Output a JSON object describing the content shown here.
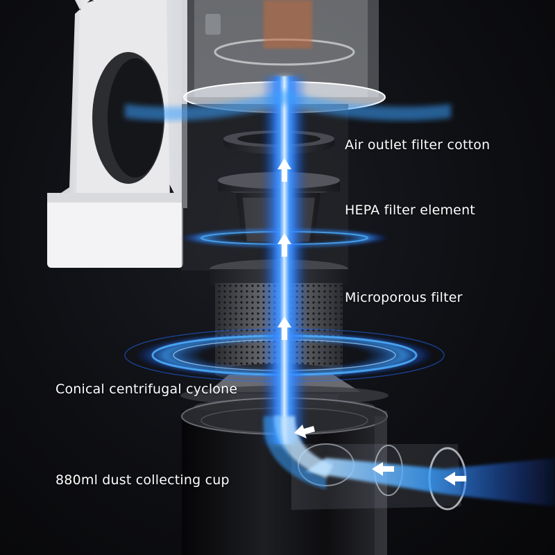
{
  "labels": {
    "air_outlet": "Air outlet filter cotton",
    "hepa": "HEPA filter element",
    "microporous": "Microporous filter",
    "cyclone": "Conical centrifugal cyclone",
    "cup": "880ml dust collecting cup"
  },
  "colors": {
    "background": "#0b0b0e",
    "airflow": "#3aa0ff",
    "glow": "#cfe8ff",
    "housing": "#f2f2f2",
    "filter_dark": "#2a2b30"
  }
}
